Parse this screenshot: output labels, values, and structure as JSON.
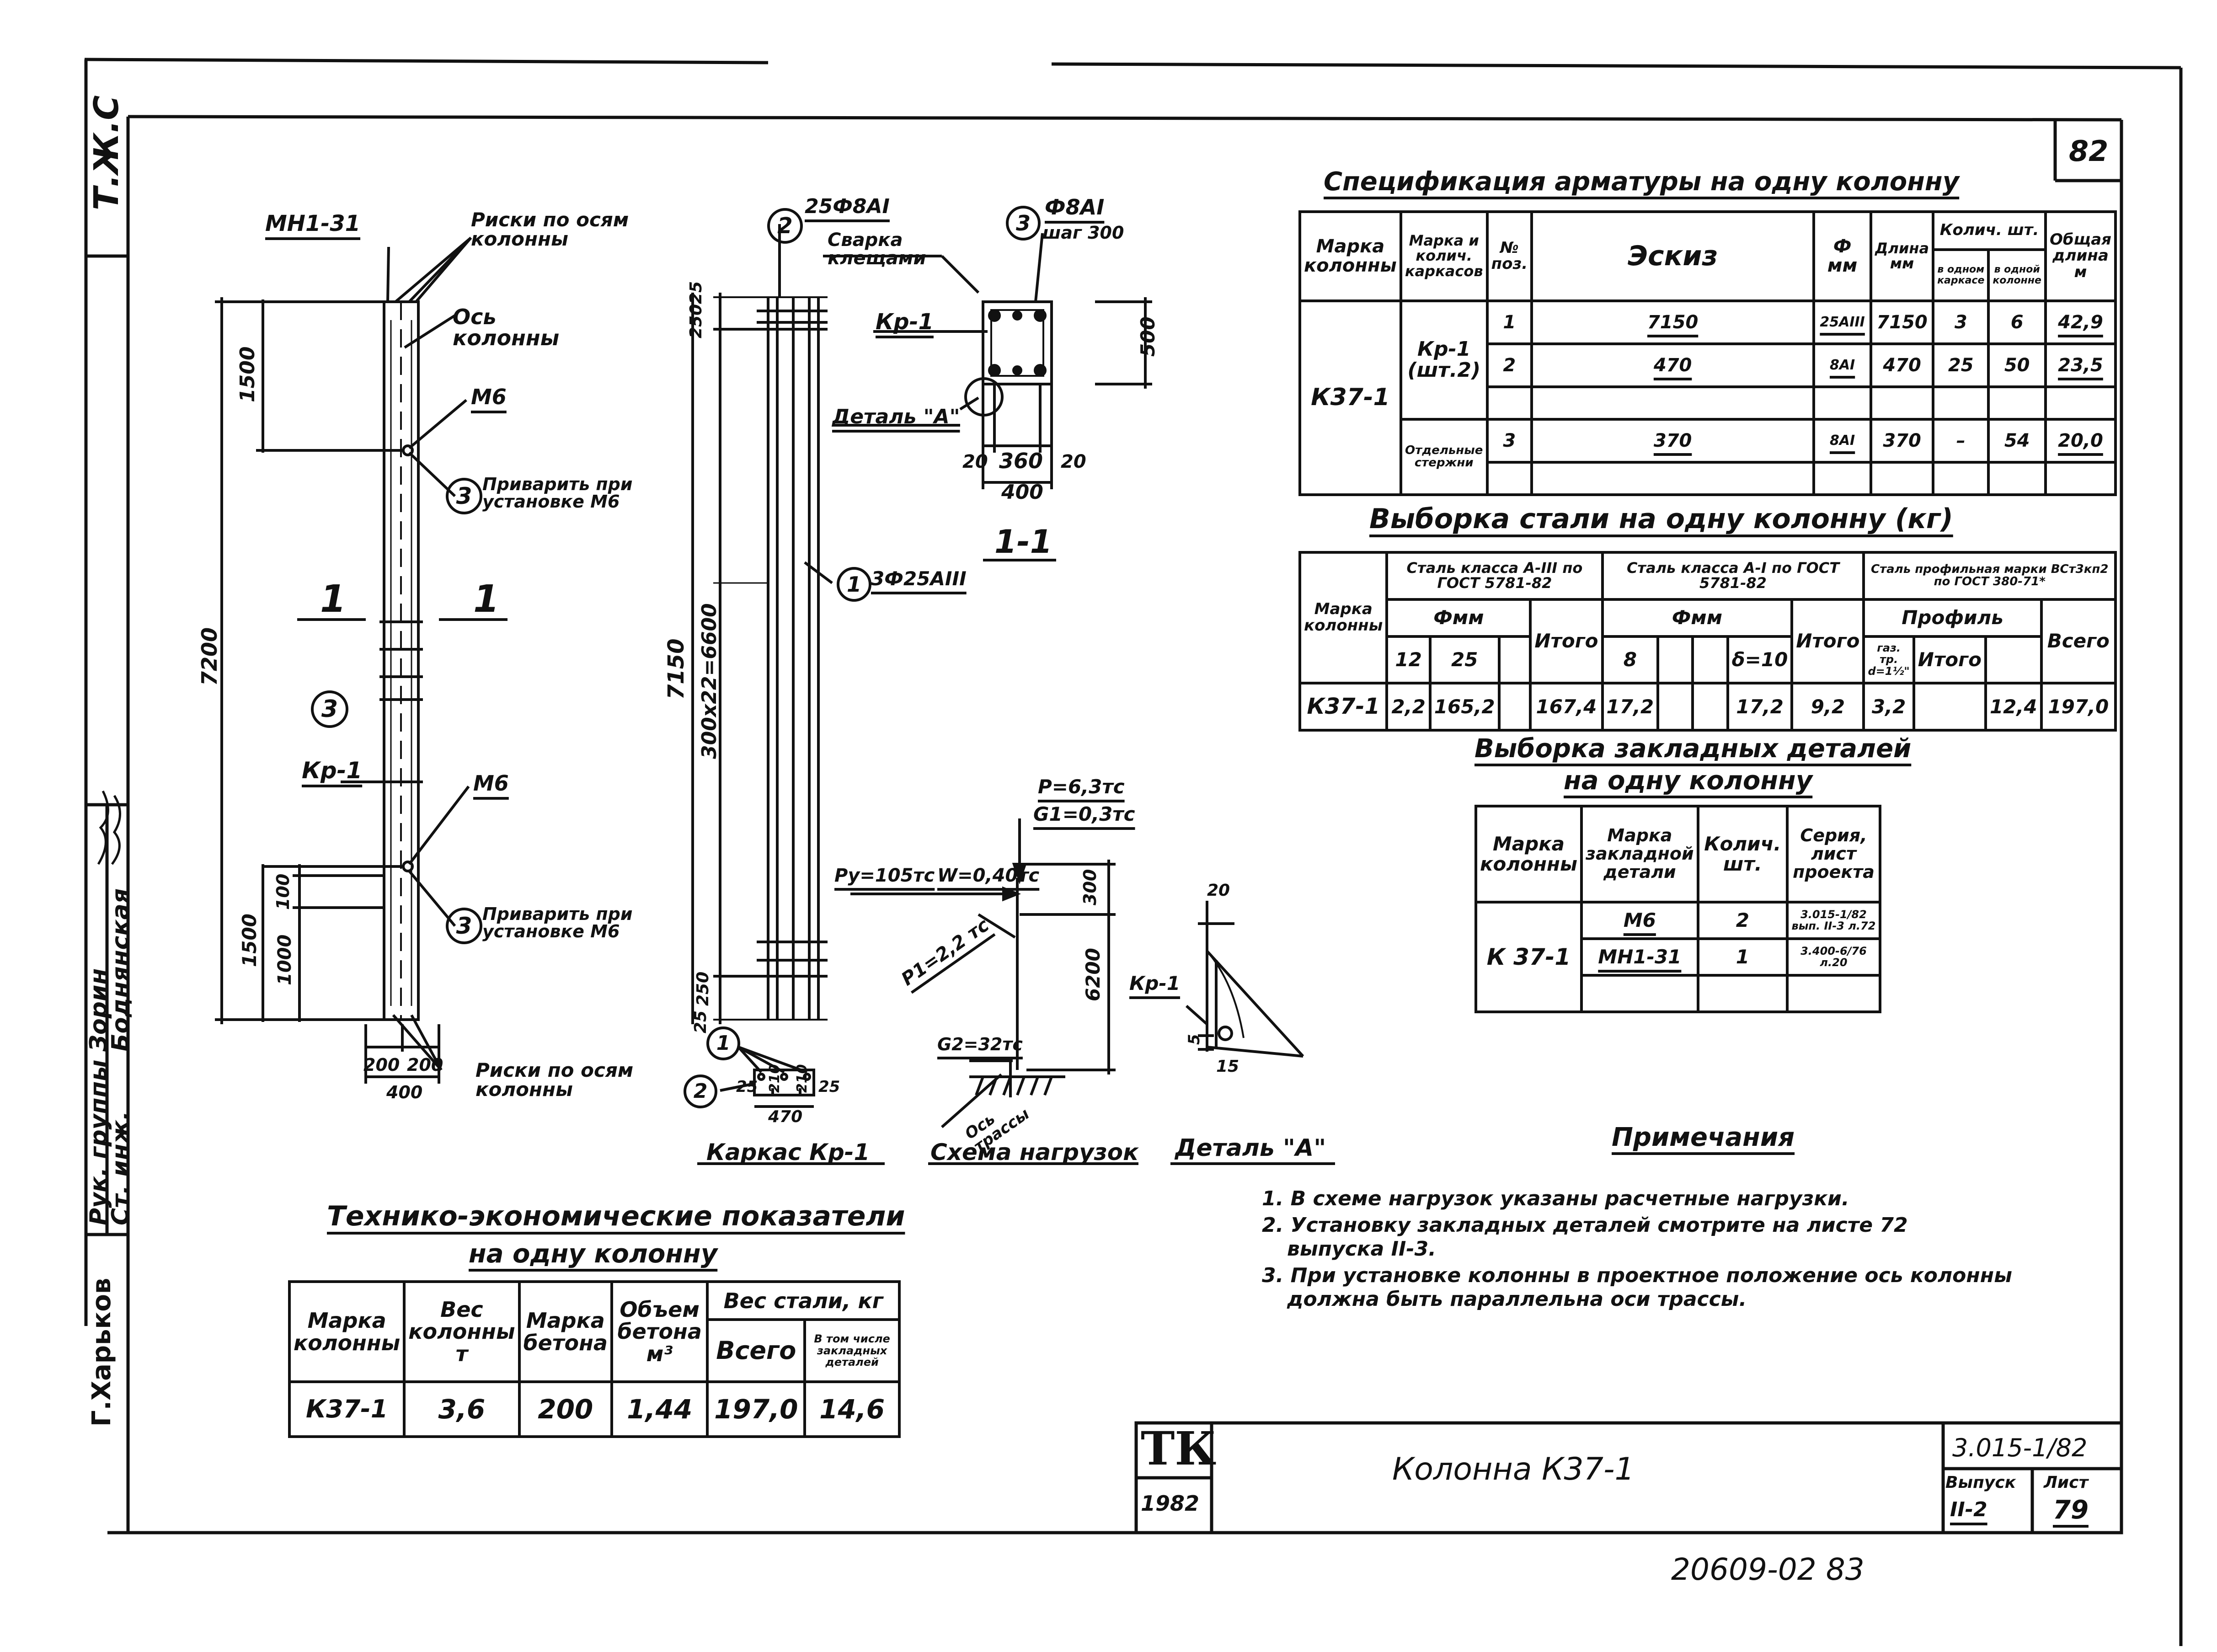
{
  "sheet": {
    "number": "82",
    "drawing_code": "3.015-1/82",
    "issue_label": "Выпуск",
    "issue_value": "II-2",
    "list_label": "Лист",
    "list_value": "79",
    "title": "Колонна К37-1",
    "logo": "ТК",
    "year": "1982",
    "bottom_number": "20609-02 83"
  },
  "side": {
    "top": "Т.Ж.С",
    "group_label": "Рук. группы",
    "group_name": "Зорин",
    "engineer_label": "Ст. инж.",
    "engineer_name": "Боднянская",
    "author": "Г.Харьков"
  },
  "column_view": {
    "mark_top": "МН1-31",
    "risks_top": "Риски по осям колонны",
    "axis": "Ось колонны",
    "m6_top": "М6",
    "weld_top_num": "3",
    "weld_top_text": "Приварить при установке М6",
    "section_a": "1",
    "section_b": "1",
    "item3": "3",
    "kr1": "Кр-1",
    "m6_bottom": "М6",
    "weld_bottom_num": "3",
    "weld_bottom_text": "Приварить при установке М6",
    "risks_bottom": "Риски по осям колонны",
    "dim_1500_top": "1500",
    "dim_7200": "7200",
    "dim_100": "100",
    "dim_1500_bot": "1500",
    "dim_1000": "1000",
    "dim_200a": "200",
    "dim_200b": "200",
    "dim_400": "400"
  },
  "frame": {
    "pos2": "2",
    "bar2": "25Ф8АI",
    "pos1": "1",
    "bar1": "3Ф25АIII",
    "d25_top": "25",
    "d250_top": "250",
    "d7150": "7150",
    "d_mid": "300х22=6600",
    "d250_bot": "250",
    "d25_bot": "25",
    "p1": "1",
    "p2": "2",
    "w25a": "25",
    "w210a": "210",
    "w210b": "210",
    "w25b": "25",
    "w470": "470",
    "caption": "Каркас Кр-1"
  },
  "section11": {
    "pos3": "3",
    "bar3": "Ф8АI",
    "step": "шаг 300",
    "welding": "Сварка клещами",
    "kr1": "Кр-1",
    "detail": "Деталь \"А\"",
    "d500": "500",
    "d20a": "20",
    "d360": "360",
    "d20b": "20",
    "d400": "400",
    "caption": "1-1"
  },
  "loads": {
    "p": "P=6,3тс",
    "g1": "G1=0,3тс",
    "py": "Py=105тс",
    "w": "W=0,40тс",
    "p1": "P1=2,2 тс",
    "d300": "300",
    "d6200": "6200",
    "g2": "G2=32тс",
    "axis": "Ось трассы",
    "caption": "Схема нагрузок"
  },
  "detail": {
    "d20": "20",
    "kr1": "Кр-1",
    "d5": "5",
    "d15": "15",
    "caption": "Деталь \"А\""
  },
  "spec": {
    "title": "Спецификация арматуры на одну колонну",
    "h_mark": "Марка колонны",
    "h_frame": "Марка и колич. каркасов",
    "h_pos": "№ поз.",
    "h_sketch": "Эскиз",
    "h_dia": "Ф мм",
    "h_len": "Длина мм",
    "h_qty": "Колич. шт.",
    "h_qty_frame": "в одном каркасе",
    "h_qty_col": "в одной колонне",
    "h_total": "Общая длина м",
    "col_mark": "К37-1",
    "frame_mark": "Кр-1 (шт.2)",
    "other": "Отдельные стержни",
    "rows": [
      {
        "pos": "1",
        "sketch": "7150",
        "dia": "25АIII",
        "len": "7150",
        "frame": "3",
        "col": "6",
        "total": "42,9"
      },
      {
        "pos": "2",
        "sketch": "470",
        "dia": "8АI",
        "len": "470",
        "frame": "25",
        "col": "50",
        "total": "23,5"
      },
      {
        "pos": "3",
        "sketch": "370",
        "dia": "8АI",
        "len": "370",
        "frame": "–",
        "col": "54",
        "total": "20,0"
      }
    ]
  },
  "steel": {
    "title": "Выборка стали на одну колонну (кг)",
    "h_mark": "Марка колонны",
    "h_a3": "Сталь класса А-III по ГОСТ 5781-82",
    "h_a1": "Сталь класса А-I по ГОСТ 5781-82",
    "h_prof": "Сталь профильная марки ВСт3кп2 по ГОСТ 380-71*",
    "h_fmm1": "Фмм",
    "h_fmm2": "Фмм",
    "h_profile": "Профиль",
    "c12": "12",
    "c25": "25",
    "itogo1": "Итого",
    "c8": "8",
    "itogo2": "Итого",
    "c_delta": "δ=10",
    "c_gaz": "газ. тр. d=1½\"",
    "itogo3": "Итого",
    "vsego": "Всего",
    "row": {
      "mark": "К37-1",
      "v12": "2,2",
      "v25": "165,2",
      "itogo1": "167,4",
      "v8": "17,2",
      "itogo2": "17,2",
      "vd": "9,2",
      "vg": "3,2",
      "itogo3": "12,4",
      "total": "197,0"
    }
  },
  "embedded": {
    "title1": "Выборка закладных деталей",
    "title2": "на одну колонну",
    "h_mark": "Марка колонны",
    "h_det": "Марка закладной детали",
    "h_qty": "Колич. шт.",
    "h_series": "Серия, лист проекта",
    "col_mark": "К 37-1",
    "rows": [
      {
        "det": "М6",
        "qty": "2",
        "series": "3.015-1/82 вып. II-3 л.72"
      },
      {
        "det": "МН1-31",
        "qty": "1",
        "series": "3.400-6/76 л.20"
      }
    ]
  },
  "tep": {
    "title1": "Технико-экономические показатели",
    "title2": "на одну колонну",
    "h_mark": "Марка колонны",
    "h_weight": "Вес колонны т",
    "h_concrete": "Марка бетона",
    "h_volume": "Объем бетона м³",
    "h_steel": "Вес стали, кг",
    "h_total": "Всего",
    "h_incl": "В том числе закладных деталей",
    "row": {
      "mark": "К37-1",
      "weight": "3,6",
      "concrete": "200",
      "volume": "1,44",
      "total": "197,0",
      "incl": "14,6"
    }
  },
  "notes": {
    "title": "Примечания",
    "items": [
      "1. В схеме нагрузок указаны расчетные нагрузки.",
      "2. Установку закладных деталей смотрите на листе 72",
      "выпуска II-3.",
      "3. При установке колонны в проектное положение ось колонны",
      "должна быть параллельна оси трассы."
    ]
  }
}
